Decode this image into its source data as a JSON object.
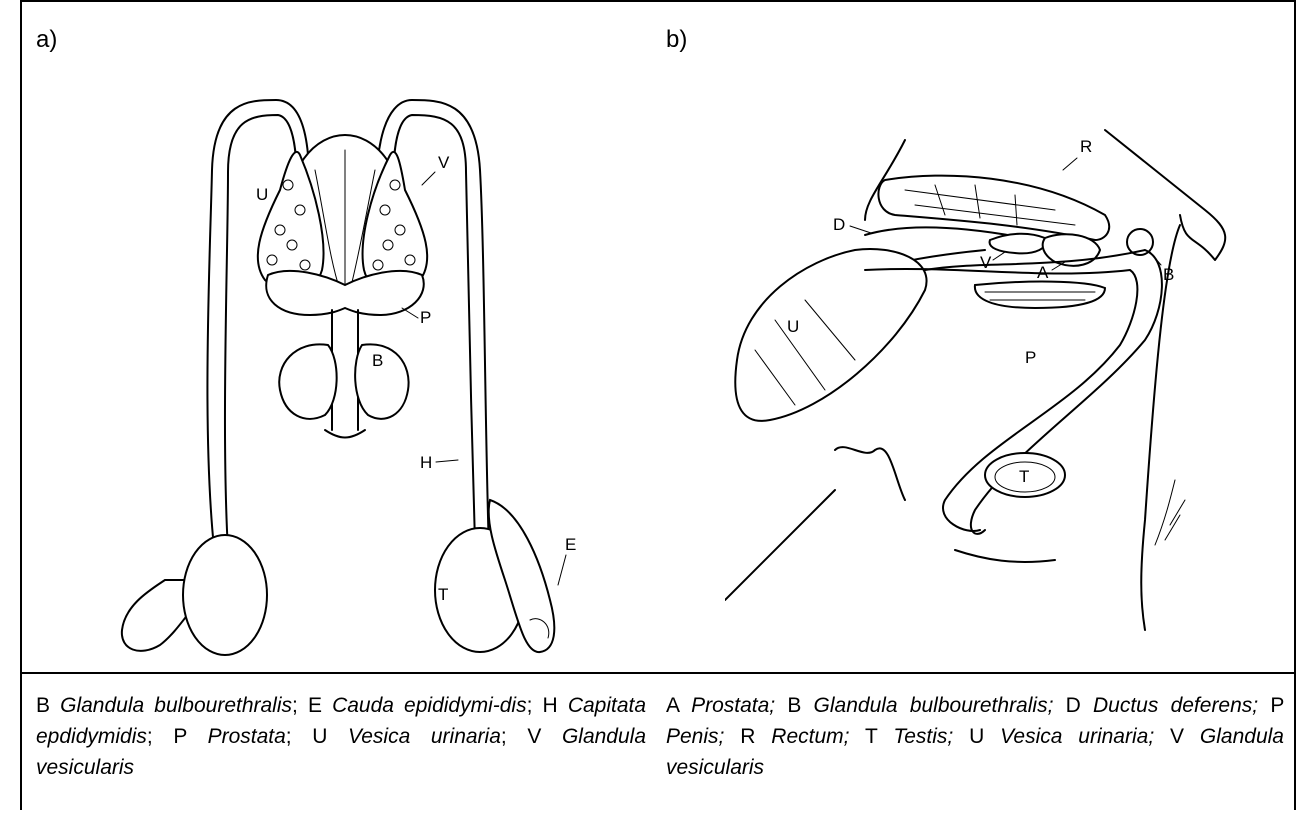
{
  "panels": {
    "a": {
      "label": "a)",
      "markers": {
        "U": "U",
        "V": "V",
        "P": "P",
        "B": "B",
        "H": "H",
        "T": "T",
        "E": "E"
      },
      "caption": [
        {
          "abbr": "B",
          "term": "Glandula bulbourethralis",
          "sep": "; "
        },
        {
          "abbr": "E",
          "term": "Cauda epididymi-dis",
          "sep": "; "
        },
        {
          "abbr": "H",
          "term": "Capitata epdidymidis",
          "sep": "; "
        },
        {
          "abbr": "P",
          "term": "Prostata",
          "sep": "; "
        },
        {
          "abbr": "U",
          "term": "Vesica urinaria",
          "sep": "; "
        },
        {
          "abbr": "V",
          "term": "Glandula vesicularis",
          "sep": ""
        }
      ]
    },
    "b": {
      "label": "b)",
      "markers": {
        "R": "R",
        "D": "D",
        "V": "V",
        "A": "A",
        "B": "B",
        "U": "U",
        "P": "P",
        "T": "T"
      },
      "caption": [
        {
          "abbr": "A",
          "term": "Prostata;",
          "sep": " "
        },
        {
          "abbr": "B",
          "term": "Glandula bulbourethralis;",
          "sep": " "
        },
        {
          "abbr": "D",
          "term": "Ductus deferens;",
          "sep": " "
        },
        {
          "abbr": "P",
          "term": "Penis;",
          "sep": " "
        },
        {
          "abbr": "R",
          "term": "Rectum;",
          "sep": " "
        },
        {
          "abbr": "T",
          "term": "Testis;",
          "sep": " "
        },
        {
          "abbr": "U",
          "term": "Vesica urinaria;",
          "sep": " "
        },
        {
          "abbr": "V",
          "term": "Glandula vesicularis",
          "sep": ""
        }
      ]
    }
  }
}
